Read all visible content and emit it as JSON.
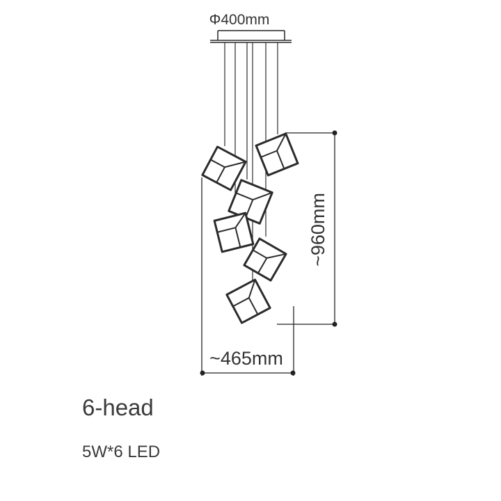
{
  "dimensions": {
    "canopy_diameter": "Φ400mm",
    "drop_height": "~960mm",
    "overall_width": "~465mm"
  },
  "caption": {
    "title": "6-head",
    "spec": "5W*6 LED"
  },
  "colors": {
    "line": "#2b2b2b",
    "dimension_line": "#222222",
    "cube_face": "#ffffff",
    "text": "#333333"
  },
  "fixture": {
    "head_count": 6,
    "head_shape": "cube-icon"
  }
}
